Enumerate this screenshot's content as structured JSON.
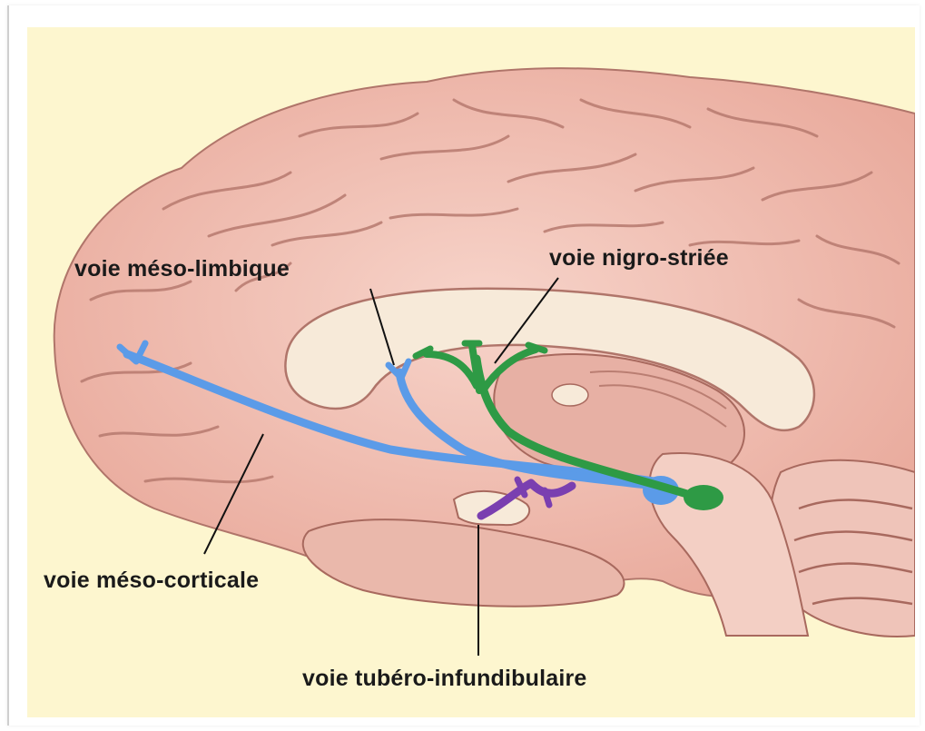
{
  "labels": {
    "meso_limbique": "voie méso-limbique",
    "nigro_striee": "voie nigro-striée",
    "meso_corticale": "voie méso-corticale",
    "tubero_infundibulaire": "voie tubéro-infundibulaire"
  },
  "colors": {
    "background": "#fdf6cf",
    "brain": "#f2c1b6",
    "meso_pathways": "#5b9be8",
    "nigro_striee": "#2e9a45",
    "tubero_infundibulaire": "#7a3fb0"
  }
}
